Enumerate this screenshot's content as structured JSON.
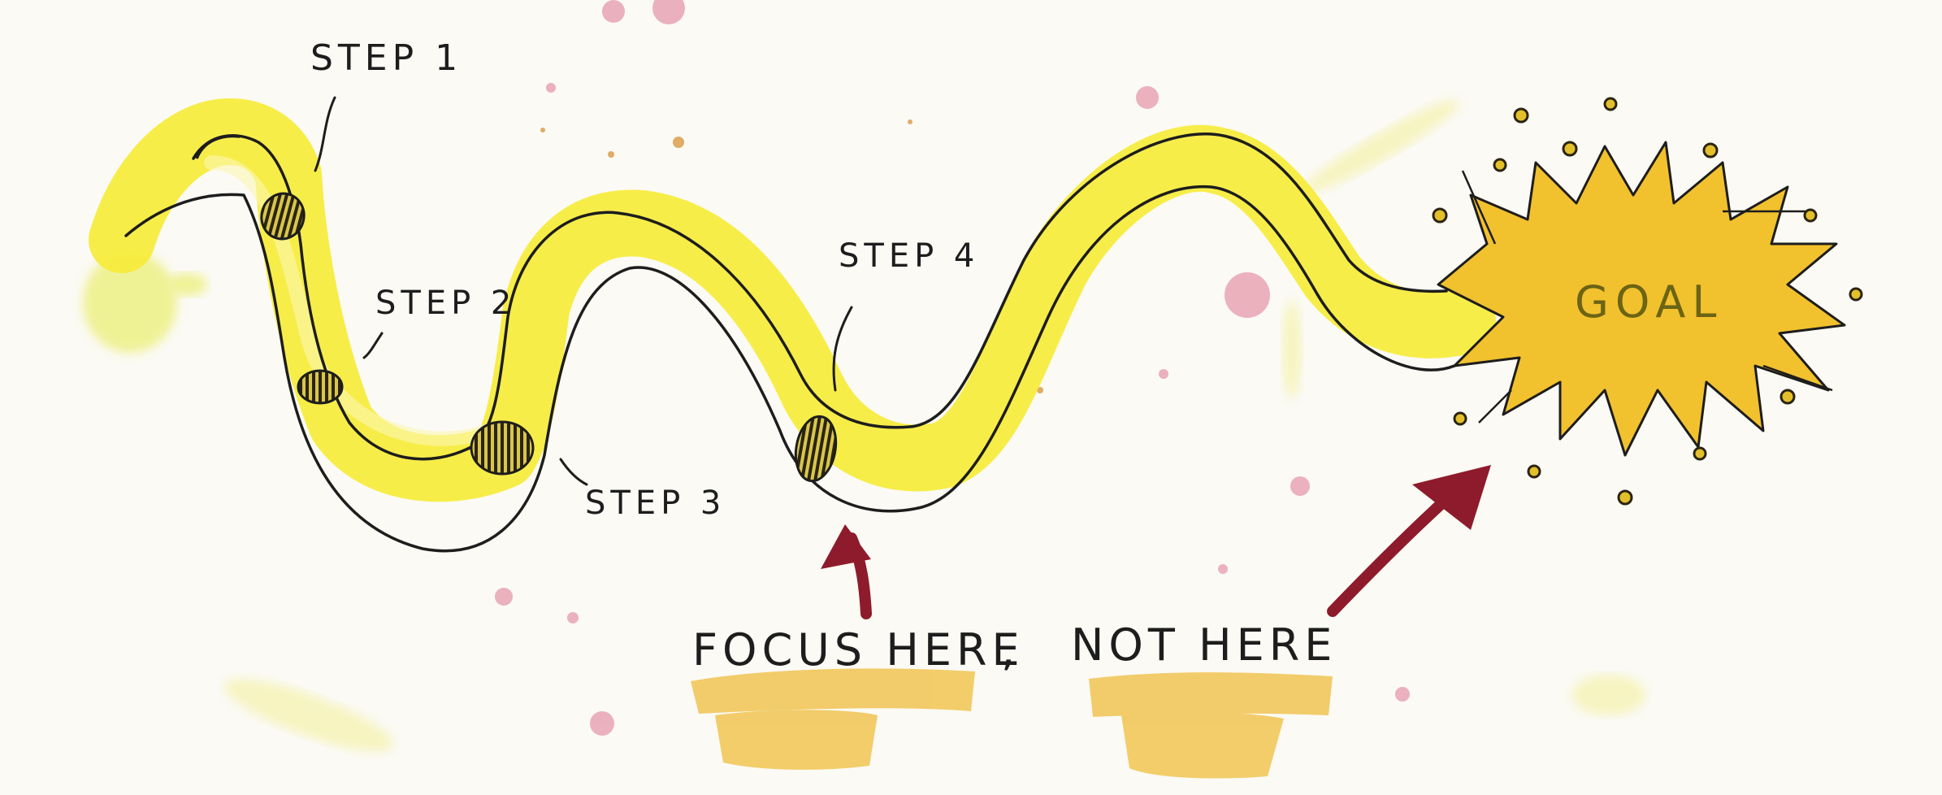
{
  "labels": {
    "step1": "STEP 1",
    "step2": "STEP 2",
    "step3": "STEP 3",
    "step4": "STEP 4",
    "goal": "GOAL",
    "focus_here": "FOCUS HERE",
    "comma": ",",
    "not_here": "NOT HERE"
  },
  "colors": {
    "path_fill": "#f6ec3a",
    "goal_fill": "#f2c12e",
    "arrow": "#8e1b2b",
    "ink": "#1d1d1d",
    "splash_orange": "#f0bd3c",
    "dots_pink": "#d9607b"
  }
}
